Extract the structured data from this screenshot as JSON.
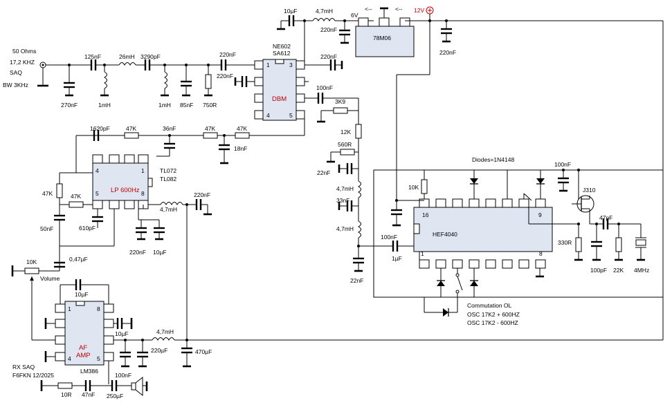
{
  "input": {
    "impedance": "50 Ohms",
    "freq": "17,2 KHZ",
    "station": "SAQ",
    "bw": "BW  3KHz"
  },
  "front_end": {
    "c1": "125nF",
    "l1": "26mH",
    "c2": "3290pF",
    "c3": "270nF",
    "l2": "1mH",
    "l3": "1mH",
    "c4": "85nF",
    "r1": "750R",
    "c5": "220nF",
    "c6": "220nF"
  },
  "mixer": {
    "name1": "NE602",
    "name2": "SA612",
    "label": "DBM",
    "pin1": "1",
    "pin3": "3",
    "pin4": "4",
    "pin5": "5",
    "c_out": "220nF",
    "c_osc": "100nF",
    "c_dec": "10µF",
    "l_dec": "4,7mH",
    "c_dec2": "220nF"
  },
  "regulator": {
    "name": "78M06",
    "v6": "6V",
    "v12": "12V",
    "c_in": "220nF",
    "arrow1": "<--",
    "arrow2": "<--"
  },
  "lpf": {
    "label": "LP 600Hz",
    "chip1": "TL072",
    "chip2": "TL082",
    "c1": "1620pF",
    "r1": "47K",
    "c2": "36nF",
    "r2": "47K",
    "r3": "47K",
    "c3": "18nF",
    "r4": "47K",
    "r5": "47K",
    "c4": "50nF",
    "c5": "610pF",
    "l1": "4,7mH",
    "c6": "220nF",
    "c7": "220nF",
    "c8": "10µF",
    "c9": "0,47µF",
    "pin4": "4",
    "pin1": "1",
    "pin5": "5",
    "pin8": "8"
  },
  "osc_filter": {
    "r1": "3K9",
    "r2": "12K",
    "r3": "560R",
    "c1": "22nF",
    "l1": "4,7mH",
    "c2": "33nF",
    "l2": "4,7mH",
    "c3": "22nF"
  },
  "divider": {
    "name": "HEF4040",
    "diodes": "Diodes=1N4148",
    "r1": "10K",
    "c1": "100nF",
    "c2": "1µF",
    "pin16": "16",
    "pin9": "9",
    "pin1": "1",
    "pin8": "8",
    "commutation": "Commutation OL",
    "osc_plus": "OSC  17K2 + 600HZ",
    "osc_minus": "OSC  17K2 - 600HZ"
  },
  "vco": {
    "jfet": "J310",
    "c1": "100nF",
    "c2": "47pF",
    "r1": "330R",
    "c3": "100pF",
    "r2": "22K",
    "xtal": "4MHz"
  },
  "amp": {
    "name": "LM386",
    "label1": "AF",
    "label2": "AMP",
    "vol_r": "10K",
    "volume": "Volume",
    "pin1": "1",
    "pin8": "8",
    "pin4": "4",
    "pin5": "5",
    "c1": "10µF",
    "c2": "10µF",
    "l1": "4,7mH",
    "c3": "220µF",
    "c4": "470µF",
    "c5": "100nF",
    "c6": "47nF",
    "r1": "10R",
    "c7": "250µF"
  },
  "credits": {
    "line1": "RX SAQ",
    "line2": "F6FKN 12/2025"
  }
}
